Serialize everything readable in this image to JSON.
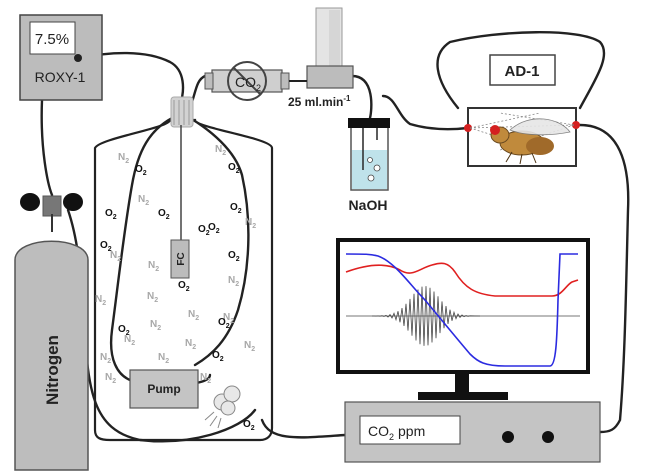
{
  "roxy": {
    "display": "7.5%",
    "label": "ROXY-1"
  },
  "cylinder_label": "Nitrogen",
  "co2_label": "CO",
  "co2_sub": "2",
  "flow_label": "25 ml.min",
  "flow_sup": "-1",
  "naoh_label": "NaOH",
  "ad_label": "AD-1",
  "fc_label": "FC",
  "pump_label": "Pump",
  "analyzer": {
    "label": "CO",
    "sub": "2",
    "unit": "ppm"
  },
  "gas_labels": {
    "n2_text": "N",
    "o2_text": "O",
    "sub": "2",
    "n2": [
      [
        118,
        160
      ],
      [
        215,
        152
      ],
      [
        138,
        202
      ],
      [
        245,
        225
      ],
      [
        110,
        258
      ],
      [
        148,
        268
      ],
      [
        228,
        283
      ],
      [
        147,
        299
      ],
      [
        95,
        302
      ],
      [
        188,
        317
      ],
      [
        150,
        327
      ],
      [
        223,
        320
      ],
      [
        124,
        342
      ],
      [
        185,
        346
      ],
      [
        244,
        348
      ],
      [
        100,
        360
      ],
      [
        158,
        360
      ],
      [
        105,
        380
      ],
      [
        200,
        380
      ]
    ],
    "o2": [
      [
        135,
        172
      ],
      [
        228,
        170
      ],
      [
        105,
        216
      ],
      [
        158,
        216
      ],
      [
        230,
        210
      ],
      [
        100,
        248
      ],
      [
        198,
        232
      ],
      [
        208,
        230
      ],
      [
        228,
        258
      ],
      [
        178,
        288
      ],
      [
        118,
        332
      ],
      [
        218,
        325
      ],
      [
        212,
        358
      ],
      [
        243,
        427
      ]
    ]
  },
  "colors": {
    "o2_trace": "#2b2be0",
    "co2_trace": "#e02020",
    "activity_trace": "#444444"
  }
}
